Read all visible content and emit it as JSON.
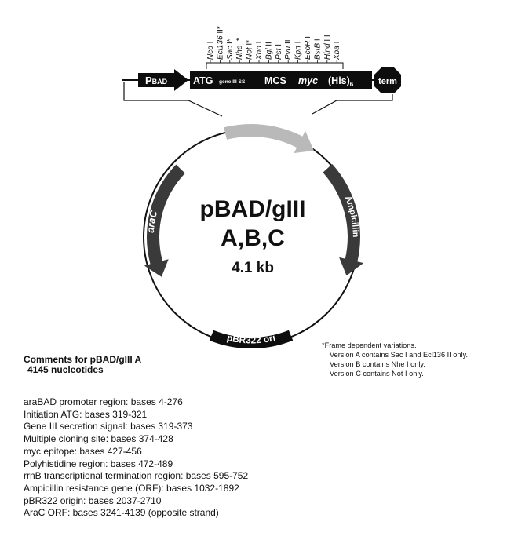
{
  "map": {
    "title_line1": "pBAD/gIII",
    "title_line2": "A,B,C",
    "size": "4.1 kb",
    "promoter": {
      "main": "P",
      "sub": "BAD"
    },
    "cassette": {
      "atg": "ATG",
      "signal": "gene III SS",
      "mcs": "MCS",
      "myc": "myc",
      "his": "(His)",
      "his_sub": "6"
    },
    "terminator": "term",
    "features": {
      "arac": "araC",
      "ampicillin": "Ampicillin",
      "ori": "pBR322 ori"
    },
    "sites": [
      "Nco I",
      "Ecl136 II*",
      "Sac I*",
      "Nhe I*",
      "Not I*",
      "Xho I",
      "Bgl II",
      "Pst I",
      "Pvu II",
      "Kpn I",
      "EcoR I",
      "BstB I",
      "Hind III",
      "Xba I"
    ],
    "colors": {
      "dark": "#3a3a3a",
      "black": "#0d0d0d",
      "light_arrow": "#b9b9b9"
    }
  },
  "footnote": {
    "header": "*Frame dependent variations.",
    "versions": [
      "Version A contains Sac I and Ecl136 II only.",
      "Version B contains Nhe I only.",
      "Version C contains Not I only."
    ]
  },
  "comments": {
    "title": "Comments for pBAD/gIII A",
    "subtitle": "4145 nucleotides",
    "items": [
      "araBAD promoter region: bases 4-276",
      "Initiation ATG: bases 319-321",
      "Gene III secretion signal: bases 319-373",
      "Multiple cloning site: bases 374-428",
      "myc epitope: bases 427-456",
      "Polyhistidine region: bases 472-489",
      "rrnB transcriptional termination region: bases 595-752",
      "Ampicillin resistance gene (ORF): bases 1032-1892",
      "pBR322 origin: bases 2037-2710",
      "AraC ORF: bases 3241-4139 (opposite strand)"
    ]
  }
}
